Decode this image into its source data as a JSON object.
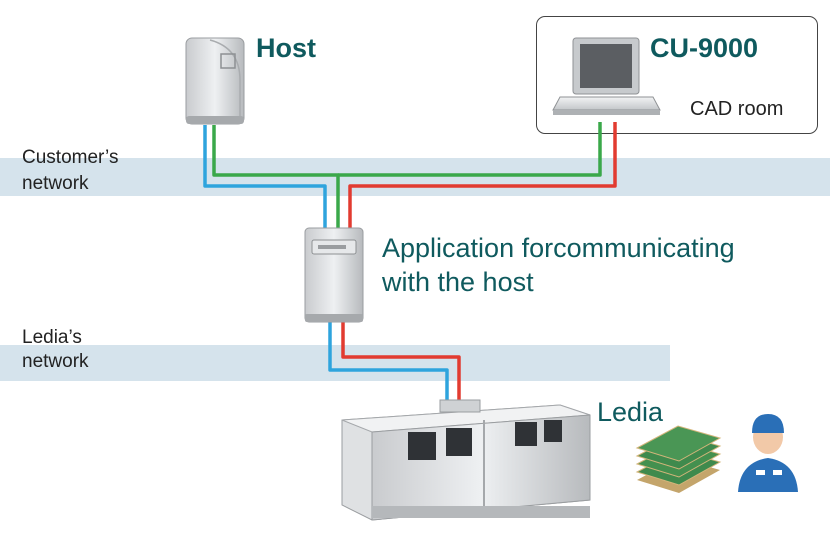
{
  "nodes": {
    "host": {
      "label": "Host"
    },
    "cad": {
      "label": "CU-9000",
      "room_label": "CAD room"
    },
    "app": {
      "label_line1": "Application forcommunicating",
      "label_line2": "with the host"
    },
    "ledia": {
      "label": "Ledia"
    }
  },
  "networks": {
    "customer": {
      "line1": "Customer’s",
      "line2": "network"
    },
    "ledia": {
      "line1": "Ledia’s",
      "line2": "network"
    }
  },
  "colors": {
    "link_blue": "#2ea4dd",
    "link_green": "#3aa84a",
    "link_red": "#e23b30",
    "band": "#d5e3ec",
    "title_text": "#0f5a5e"
  },
  "icons": [
    "host-server-icon",
    "laptop-icon",
    "app-server-icon",
    "ledia-machine-icon",
    "pcb-stack-icon",
    "worker-icon"
  ]
}
